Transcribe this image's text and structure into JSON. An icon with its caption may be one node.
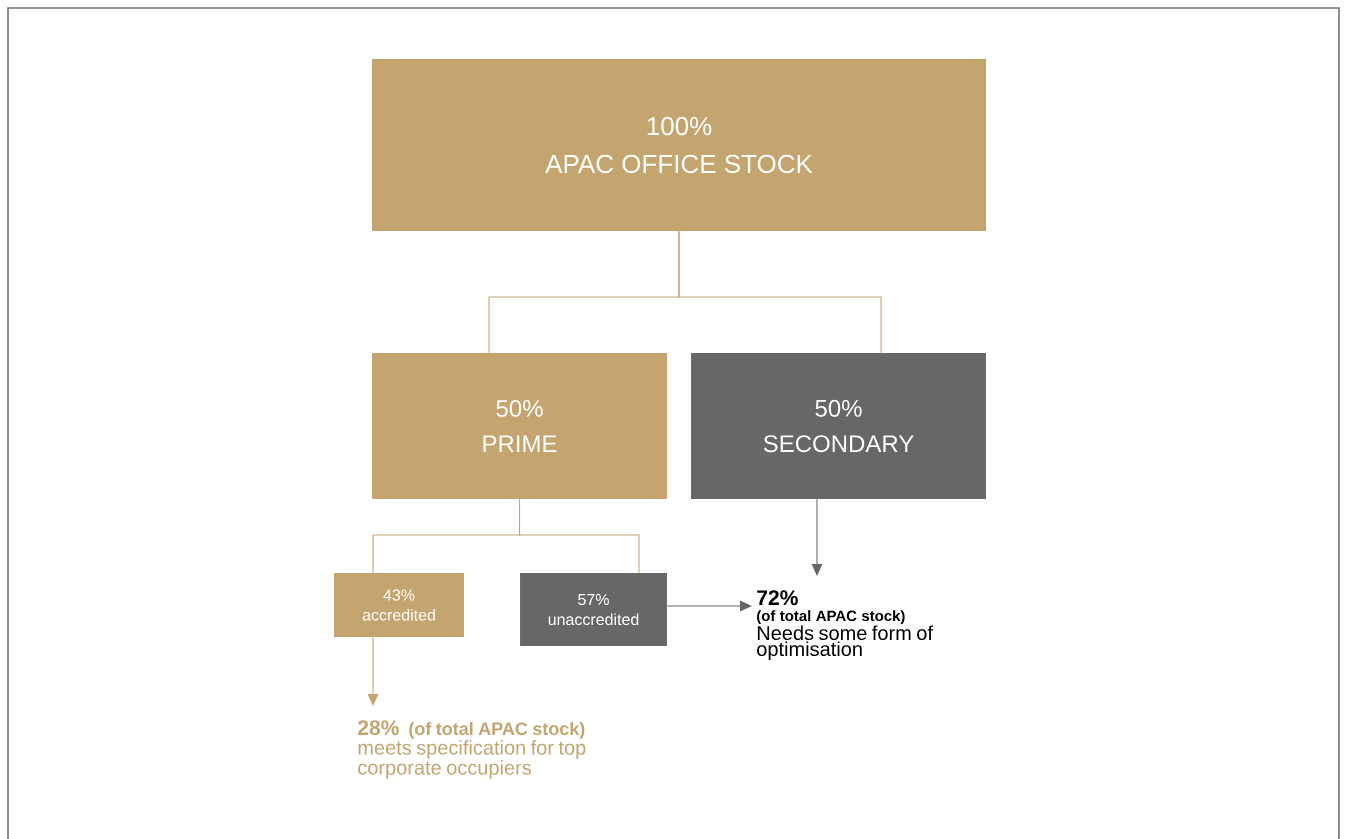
{
  "diagram": {
    "nodes": [
      {
        "text": [
          "100%",
          "APAC OFFICE STOCK"
        ]
      },
      {
        "text": [
          "50%",
          "PRIME"
        ]
      },
      {
        "text": [
          "50%",
          "SECONDARY"
        ]
      },
      {
        "text": [
          "43%",
          "accredited"
        ]
      },
      {
        "text": [
          "57%",
          "unaccredited"
        ]
      },
      {
        "text": [
          "28%",
          "(of total APAC stock)",
          "meets specification for top corporate occupiers"
        ]
      },
      {
        "text": [
          "72%",
          "(of total APAC stock)",
          "Needs some form of optimisation"
        ]
      }
    ],
    "edges": [
      {
        "from": 0,
        "to": 1,
        "arrow": "none"
      },
      {
        "from": 0,
        "to": 2,
        "arrow": "none"
      },
      {
        "from": 1,
        "to": 3,
        "arrow": "none"
      },
      {
        "from": 1,
        "to": 4,
        "arrow": "none"
      },
      {
        "from": 3,
        "to": 5,
        "arrow": "to"
      },
      {
        "from": 2,
        "to": 6,
        "arrow": "to",
        "color": "#666666"
      },
      {
        "from": 4,
        "to": 6,
        "arrow": "to",
        "color": "#666666"
      }
    ]
  }
}
